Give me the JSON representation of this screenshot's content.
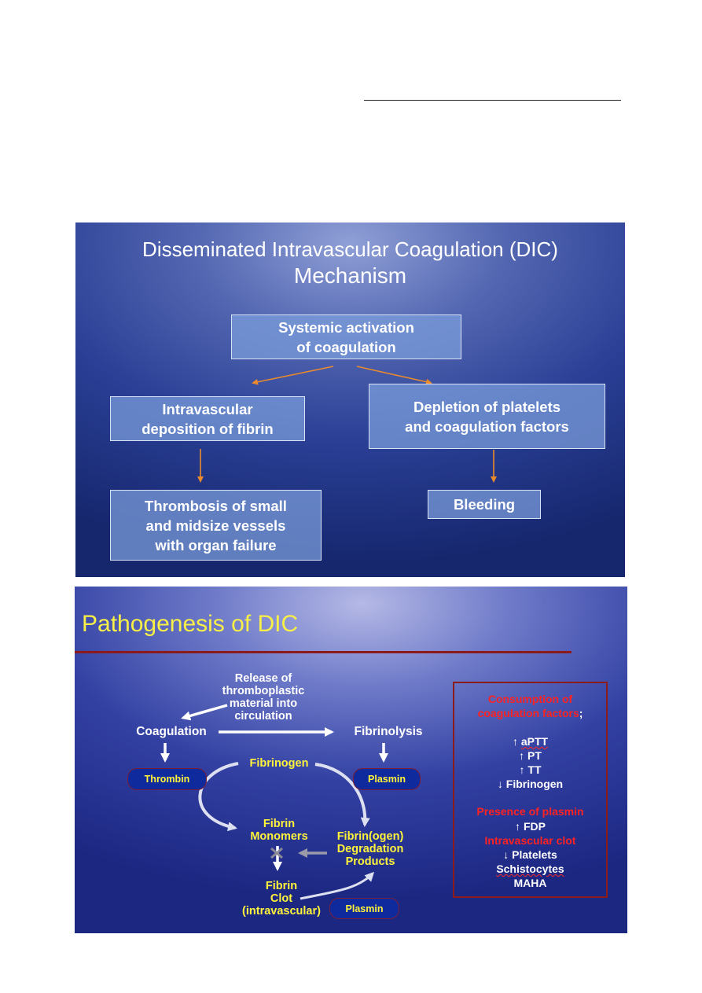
{
  "slide1": {
    "title": "Disseminated Intravascular Coagulation (DIC)",
    "subtitle": "Mechanism",
    "boxes": {
      "systemic": "Systemic activation\nof coagulation",
      "intravascular": "Intravascular\ndeposition of fibrin",
      "depletion": "Depletion of platelets\nand coagulation factors",
      "thrombosis": "Thrombosis of small\nand midsize vessels\nwith organ failure",
      "bleeding": "Bleeding"
    }
  },
  "slide2": {
    "title": "Pathogenesis of DIC",
    "diagram": {
      "release": "Release of\nthromboplastic\nmaterial into\ncirculation",
      "coagulation": "Coagulation",
      "fibrinolysis": "Fibrinolysis",
      "thrombin": "Thrombin",
      "plasmin_top": "Plasmin",
      "fibrinogen": "Fibrinogen",
      "fibrin_monomers": "Fibrin\nMonomers",
      "fdp": "Fibrin(ogen)\nDegradation\nProducts",
      "fibrin_clot": "Fibrin\nClot\n(intravascular)",
      "plasmin_bottom": "Plasmin"
    },
    "panel": {
      "consumption_line1": "Consumption of",
      "consumption_line2": "coagulation factors",
      "consumption_suffix": ";",
      "aptt": "aPTT",
      "pt": "PT",
      "tt": "TT",
      "fibrinogen": "Fibrinogen",
      "presence": "Presence of plasmin",
      "fdp": "FDP",
      "clot": "Intravascular clot",
      "platelets": "Platelets",
      "schistocytes": "Schistocytes",
      "maha": "MAHA",
      "up_arrow": "↑",
      "down_arrow": "↓"
    }
  },
  "colors": {
    "slide2_title": "#f8f046",
    "panel_red": "#ff2222",
    "rule_red": "#8c1a1a"
  }
}
